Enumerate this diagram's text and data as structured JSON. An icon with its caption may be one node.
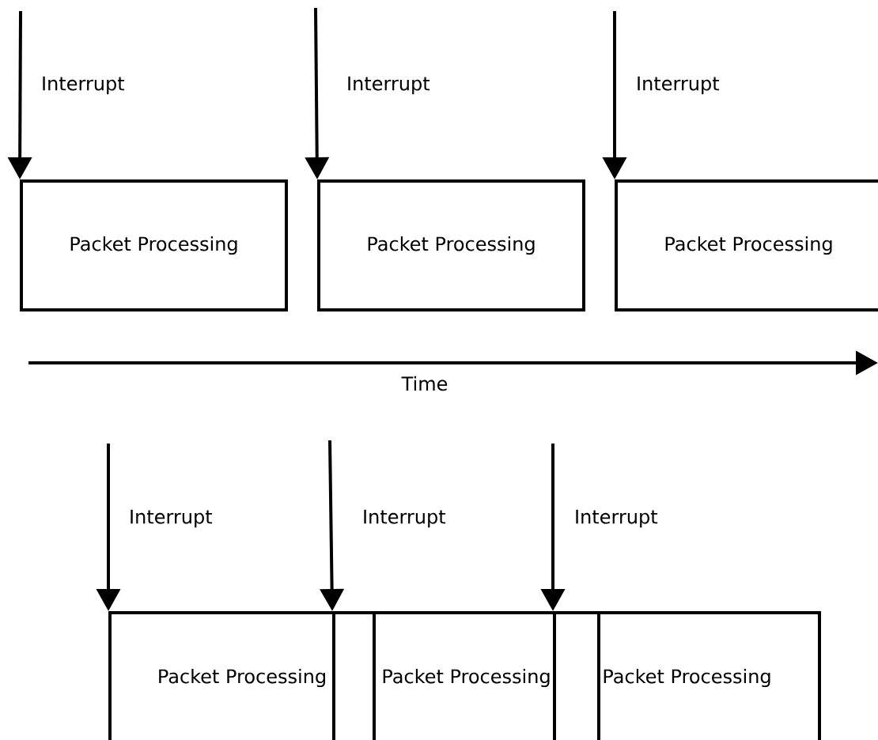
{
  "diagram": {
    "nodes": [
      {
        "text": [
          "Packet Processing"
        ]
      },
      {
        "text": [
          "Packet Processing"
        ]
      },
      {
        "text": [
          "Packet Processing"
        ]
      },
      {
        "text": [
          "Packet Processing"
        ]
      },
      {
        "text": [
          "Packet Processing"
        ]
      },
      {
        "text": [
          "Packet Processing"
        ]
      }
    ],
    "edges": [
      {
        "from": null,
        "to": 0,
        "arrow": "to",
        "label": "Interrupt"
      },
      {
        "from": null,
        "to": 1,
        "arrow": "to",
        "label": "Interrupt"
      },
      {
        "from": null,
        "to": 2,
        "arrow": "to",
        "label": "Interrupt"
      },
      {
        "from": null,
        "to": 3,
        "arrow": "to",
        "label": "Interrupt"
      },
      {
        "from": null,
        "to": 4,
        "arrow": "to",
        "label": "Interrupt"
      },
      {
        "from": null,
        "to": 5,
        "arrow": "to",
        "label": "Interrupt"
      }
    ],
    "labels": [
      "Time"
    ]
  }
}
